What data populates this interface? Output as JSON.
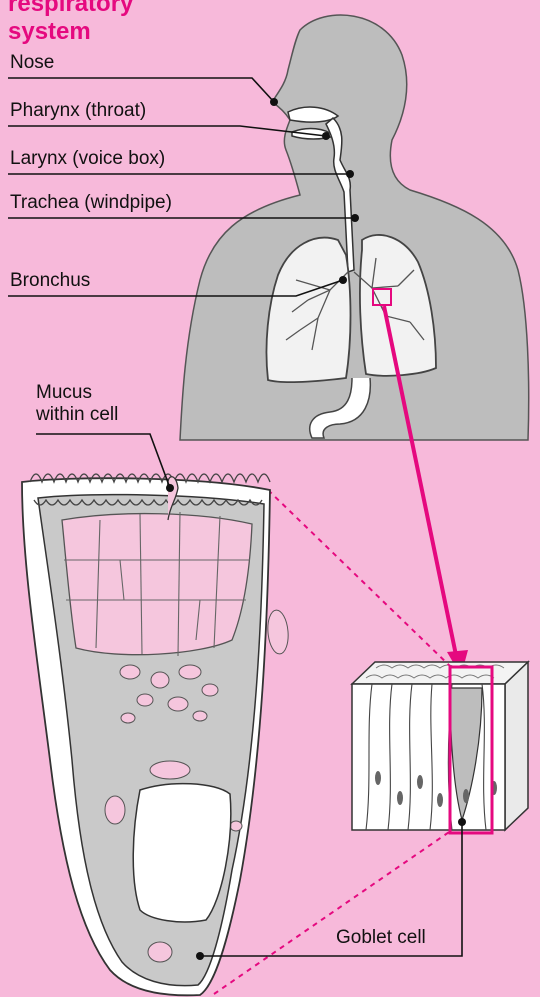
{
  "title": {
    "line1": "respiratory",
    "line2": "system"
  },
  "labels": {
    "nose": "Nose",
    "pharynx": "Pharynx (throat)",
    "larynx": "Larynx (voice box)",
    "trachea": "Trachea (windpipe)",
    "bronchus": "Bronchus",
    "mucus_line1": "Mucus",
    "mucus_line2": "within cell",
    "goblet": "Goblet cell"
  },
  "colors": {
    "background": "#f7b9da",
    "accent": "#e5097f",
    "tissue": "#c9c9c9",
    "mucus": "#f5c6dd",
    "lung": "#f2f2f2"
  }
}
